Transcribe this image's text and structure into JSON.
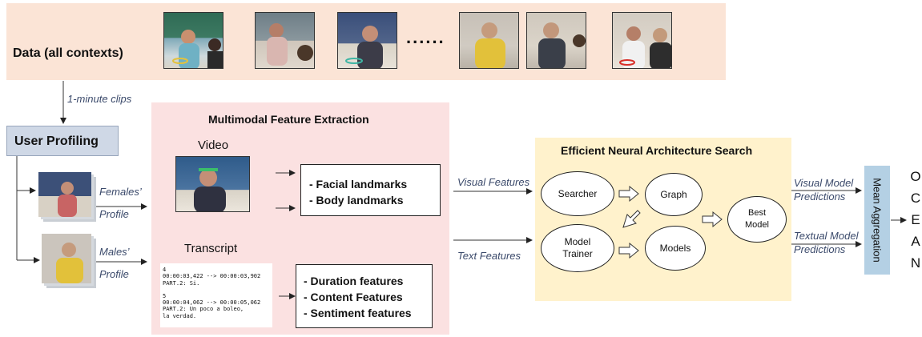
{
  "data_section": {
    "title": "Data (all contexts)",
    "ellipsis": "......"
  },
  "clip_label": "1-minute clips",
  "user_profiling": {
    "title": "User Profiling",
    "females_label_1": "Females’",
    "females_label_2": "Profile",
    "males_label_1": "Males’",
    "males_label_2": "Profile"
  },
  "mfe": {
    "title": "Multimodal Feature Extraction",
    "video_label": "Video",
    "transcript_label": "Transcript",
    "visual_features": [
      "- Facial landmarks",
      "- Body landmarks"
    ],
    "text_features": [
      "- Duration features",
      "- Content Features",
      "- Sentiment features"
    ],
    "transcript_lines": [
      "4",
      "00:00:03,422 --> 00:00:03,902",
      "PART.2: Si.",
      "",
      "5",
      "00:00:04,062 --> 00:00:05,062",
      "PART.2: Un poco a boleo,",
      "la verdad."
    ]
  },
  "flow_labels": {
    "visual_features": "Visual Features",
    "text_features": "Text Features",
    "visual_pred_1": "Visual Model",
    "visual_pred_2": "Predictions",
    "textual_pred_1": "Textual Model",
    "textual_pred_2": "Predictions"
  },
  "enas": {
    "title": "Efficient Neural Architecture Search",
    "searcher": "Searcher",
    "graph": "Graph",
    "model_trainer_1": "Model",
    "model_trainer_2": "Trainer",
    "models": "Models",
    "best_model_1": "Best",
    "best_model_2": "Model"
  },
  "mean_aggregation": "Mean Aggregation",
  "ocean": [
    "O",
    "C",
    "E",
    "A",
    "N"
  ]
}
